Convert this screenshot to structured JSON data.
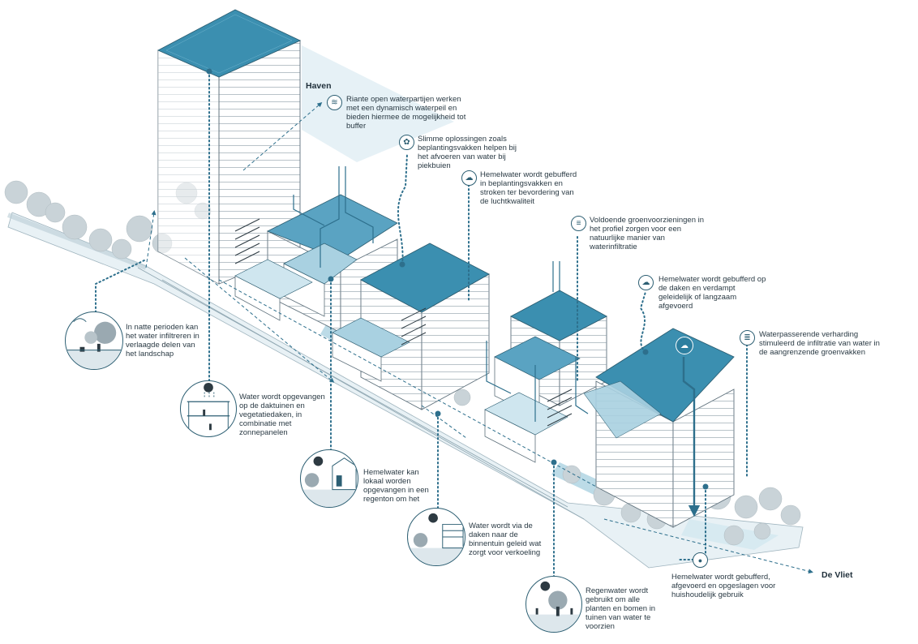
{
  "places": {
    "haven": "Haven",
    "de_vliet": "De Vliet"
  },
  "callouts": [
    {
      "id": "waterpartijen",
      "text": "Riante open waterpartijen werken met een dynamisch waterpeil en bieden hiermee de mogelijkheid tot buffer",
      "icon": "waves-icon"
    },
    {
      "id": "beplantingsvakken",
      "text": "Slimme oplossingen zoals beplantingsvakken helpen bij het afvoeren van water bij piekbuien",
      "icon": "plant-icon"
    },
    {
      "id": "luchtkwaliteit",
      "text": "Hemelwater wordt gebufferd in beplantingsvakken en stroken ter bevordering van de luchtkwaliteit",
      "icon": "rain-cloud-icon"
    },
    {
      "id": "groenvoorzieningen",
      "text": "Voldoende groenvoorzieningen in het profiel zorgen voor een natuurlijke manier van waterinfiltratie",
      "icon": "infiltration-icon"
    },
    {
      "id": "daken-verdampt",
      "text": "Hemelwater wordt gebufferd op de daken en verdampt geleidelijk of langzaam afgevoerd",
      "icon": "evaporation-icon"
    },
    {
      "id": "verharding",
      "text": "Waterpasserende verharding stimuleerd de infiltratie van water in de aangrenzende groenvakken",
      "icon": "pavement-icon"
    },
    {
      "id": "natte-perioden",
      "text": "In natte perioden kan het water infiltreren in verlaagde delen van het landschap",
      "icon": "landscape-vignette"
    },
    {
      "id": "daktuinen",
      "text": "Water wordt opgevangen op de daktuinen en vegetatiedaken, in combinatie met zonnepanelen",
      "icon": "roof-garden-vignette"
    },
    {
      "id": "regenton",
      "text": "Hemelwater kan lokaal worden opgevangen in een regenton om het",
      "icon": "rain-barrel-vignette"
    },
    {
      "id": "binnentuin",
      "text": "Water wordt via de daken naar de binnentuin geleid wat zorgt voor verkoeling",
      "icon": "courtyard-vignette"
    },
    {
      "id": "regenwater-tuinen",
      "text": "Regenwater wordt gebruikt om alle planten en bomen in tuinen van water te voorzien",
      "icon": "garden-vignette"
    },
    {
      "id": "huishoudelijk",
      "text": "Hemelwater wordt gebufferd, afgevoerd en opgeslagen voor huishoudelijk gebruik",
      "icon": "water-drop-icon"
    }
  ],
  "colors": {
    "roof": "#3b8fb0",
    "roof_light": "#a9d1e1",
    "water": "#cfe6ef",
    "line": "#2d5f73",
    "facade": "#ffffff",
    "facade_line": "#8a9aa4",
    "tree": "#c9d3d8",
    "leader": "#2d6f8c"
  }
}
